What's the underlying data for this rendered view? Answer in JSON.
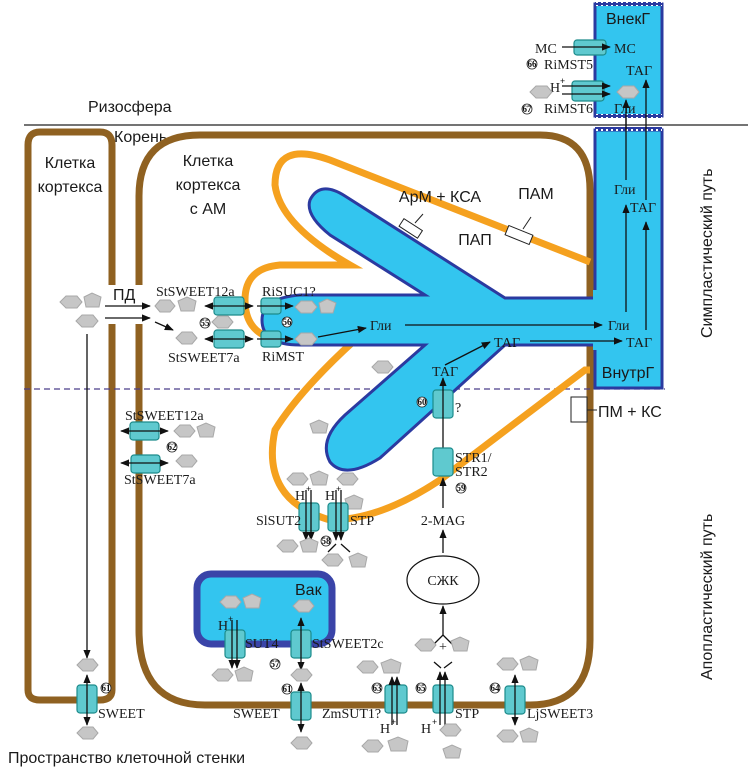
{
  "regions": {
    "rhizosphere": "Ризосфера",
    "root": "Корень",
    "cell_wall_space": "Пространство клеточной стенки",
    "symplastic_path": "Симпластический путь",
    "apoplastic_path": "Апопластический путь"
  },
  "cells": {
    "cortex_cell": [
      "Клетка",
      "кортекса"
    ],
    "cortex_cell_am": [
      "Клетка",
      "кортекса",
      "с АМ"
    ]
  },
  "compartments": {
    "erm": "ВнекГ",
    "irm": "ВнутрГ",
    "vacuole": "Вак",
    "pap": "ПАП",
    "pam": "ПАМ",
    "arm_csa": "АрМ + КСА",
    "pm_cw": "ПМ + КС",
    "pd": "ПД"
  },
  "metabolites": {
    "ms": "МС",
    "tag": "ТАГ",
    "gli": "Гли",
    "h_plus": "H",
    "plus_sup": "+",
    "fa": "СЖК",
    "mag": "2-MAG",
    "plus": "+",
    "question": "?"
  },
  "transporters": {
    "rimst5": "RiMST5",
    "rimst6": "RiMST6",
    "stsweet12a": "StSWEET12a",
    "stsweet7a": "StSWEET7a",
    "risuc1": "RiSUC1?",
    "rimst": "RiMST",
    "slsut2": "SlSUT2",
    "stp": "STP",
    "str": [
      "STR1/",
      "STR2"
    ],
    "sut4": "SUT4",
    "stsweet2c": "StSWEET2c",
    "sweet": "SWEET",
    "zmsut1": "ZmSUT1?",
    "ljsweet3": "LjSWEET3"
  },
  "refs": [
    "55",
    "56",
    "57",
    "58",
    "59",
    "60",
    "61",
    "62",
    "63",
    "64",
    "65",
    "66",
    "67"
  ],
  "colors": {
    "cell_wall": "#8f6121",
    "pam_membrane": "#f5a11f",
    "hypha_fill": "#33c5ef",
    "hypha_border": "#2b3aa0",
    "transporter": "#5fc9cf",
    "sugar": "#c6c6c6"
  }
}
